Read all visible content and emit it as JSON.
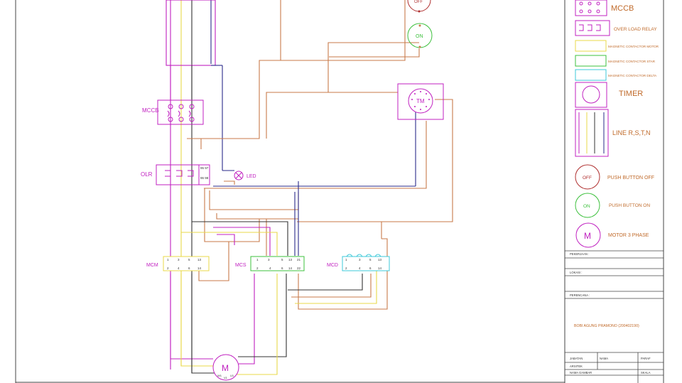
{
  "schematic": {
    "labels": {
      "mccb": "MCCB",
      "olr": "OLR",
      "led": "LED",
      "mcm": "MCM",
      "mcs": "MCS",
      "mcd": "MCD",
      "timer": "TM",
      "push_off": "OFF",
      "push_on": "ON",
      "motor": "M",
      "olr_contacts_top": "95 97",
      "olr_contacts_bottom": "96 98",
      "mcm_top": [
        "1",
        "3",
        "5",
        "13"
      ],
      "mcm_bottom": [
        "2",
        "4",
        "6",
        "14"
      ],
      "mcs_top": [
        "1",
        "3",
        "5",
        "13",
        "21"
      ],
      "mcs_bottom": [
        "2",
        "4",
        "6",
        "14",
        "22"
      ],
      "mcd_top": [
        "1",
        "3",
        "5",
        "13"
      ],
      "mcd_bottom": [
        "2",
        "4",
        "6",
        "14"
      ],
      "motor_terminals": [
        "W1",
        "V1",
        "U1"
      ]
    }
  },
  "legend": {
    "items": [
      {
        "label": "MCCB",
        "color": "#c06a2a"
      },
      {
        "label": "OVER LOAD RELAY",
        "color": "#c06a2a"
      },
      {
        "label": "MAGNETIC CONTACTOR MOTOR",
        "color": "#c06a2a"
      },
      {
        "label": "MAGNETIC CONTACTOR STAR",
        "color": "#c06a2a"
      },
      {
        "label": "MAGNETIC CONTACTOR DELTA",
        "color": "#c06a2a"
      },
      {
        "label": "TIMER",
        "color": "#c06a2a"
      },
      {
        "label": "LINE R,S,T,N",
        "color": "#c06a2a"
      },
      {
        "label": "PUSH BUTTON OFF",
        "color": "#c06a2a"
      },
      {
        "label": "PUSH BUTTON ON",
        "color": "#c06a2a"
      },
      {
        "label": "MOTOR 3 PHASE",
        "color": "#c06a2a"
      }
    ],
    "symbols": {
      "off": "OFF",
      "on": "ON",
      "motor": "M"
    }
  },
  "title_block": {
    "pekerjaan": "PEKERJAAN :",
    "lokasi": "LOKASI :",
    "perencana": "PERENCANA :",
    "designer": "BOBI AGUNG PRAMONO (200402190)",
    "jabatan": "JABATAN",
    "nama": "NAMA",
    "paraf": "PARAF",
    "arsitek": "ARSITEK",
    "nama_gambar": "NAMA GAMBAR",
    "skala": "SKALA"
  },
  "colors": {
    "magenta": "#c020c0",
    "orange": "#c87a4a",
    "yellow": "#e8d84a",
    "green": "#3cc03c",
    "cyan": "#3cc8d8",
    "navy": "#2a2a8a",
    "black": "#222222",
    "red": "#b03030"
  }
}
